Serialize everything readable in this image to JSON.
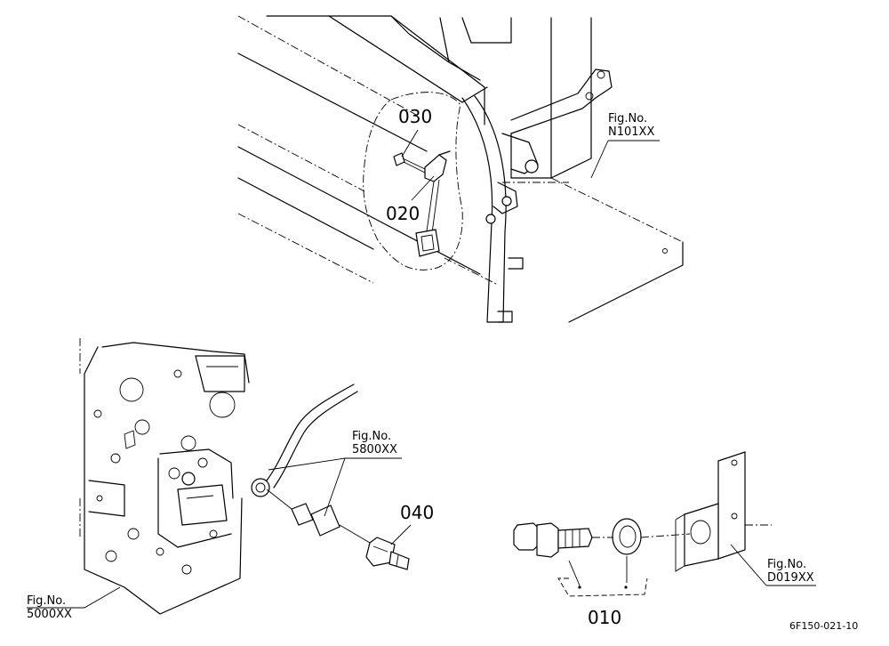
{
  "parts": [
    {
      "id": "part-010",
      "number": "010"
    },
    {
      "id": "part-020",
      "number": "020"
    },
    {
      "id": "part-030",
      "number": "030"
    },
    {
      "id": "part-040",
      "number": "040"
    }
  ],
  "fig_refs": [
    {
      "id": "fig-n101",
      "label": "Fig.No.",
      "number": "N101XX"
    },
    {
      "id": "fig-5800",
      "label": "Fig.No.",
      "number": "5800XX"
    },
    {
      "id": "fig-5000",
      "label": "Fig.No.",
      "number": "5000XX"
    },
    {
      "id": "fig-d019",
      "label": "Fig.No.",
      "number": "D019XX"
    }
  ],
  "drawing_code": "6F150-021-10"
}
